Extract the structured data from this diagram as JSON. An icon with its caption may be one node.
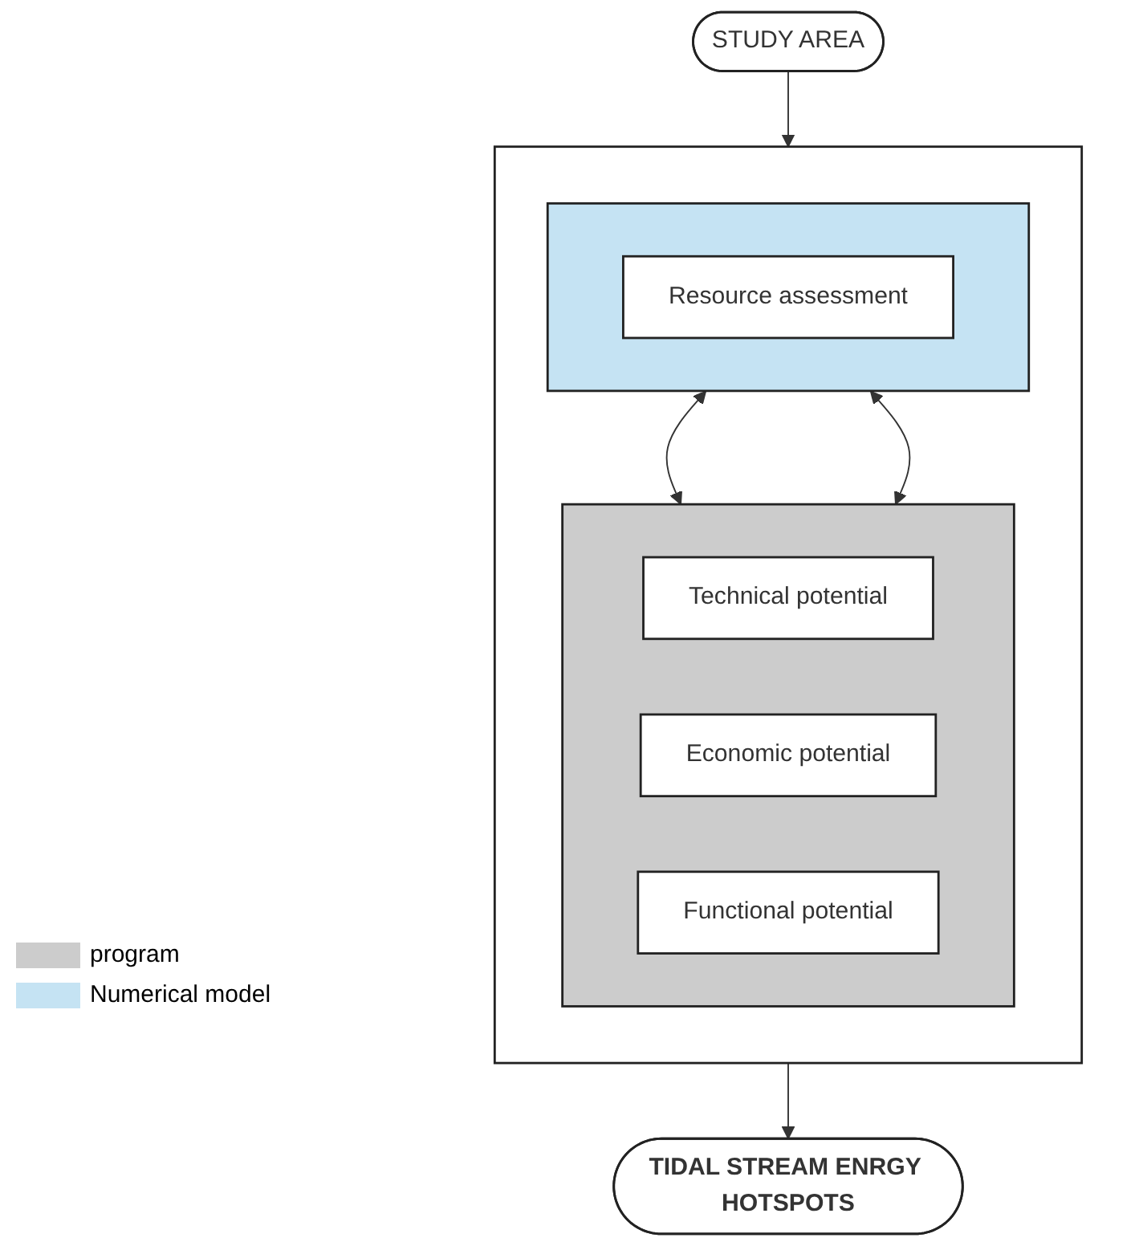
{
  "diagram": {
    "nodes": [
      {
        "text": [
          "STUDY AREA"
        ]
      },
      {
        "text": [],
        "shape": "box"
      },
      {
        "text": [],
        "shape": "box",
        "in": 1
      },
      {
        "text": [
          "Resource assessment"
        ],
        "in": 2
      },
      {
        "text": [],
        "shape": "box",
        "in": 1
      },
      {
        "text": [
          "Technical potential"
        ],
        "in": 4
      },
      {
        "text": [
          "Economic potential"
        ],
        "in": 4
      },
      {
        "text": [
          "Functional potential"
        ],
        "in": 4
      },
      {
        "text": [
          "TIDAL STREAM ENRGY HOTSPOTS"
        ]
      }
    ],
    "edges": [
      {
        "from": 0,
        "to": 1,
        "arrow": "to"
      },
      {
        "from": 2,
        "to": 4,
        "arrow": "both"
      },
      {
        "from": 2,
        "to": 4,
        "arrow": "both"
      },
      {
        "from": 1,
        "to": 8,
        "arrow": "to"
      }
    ],
    "legend": [
      {
        "text": "program",
        "color": "#cccccc"
      },
      {
        "text": "Numerical model",
        "color": "#c5e3f3"
      }
    ]
  }
}
